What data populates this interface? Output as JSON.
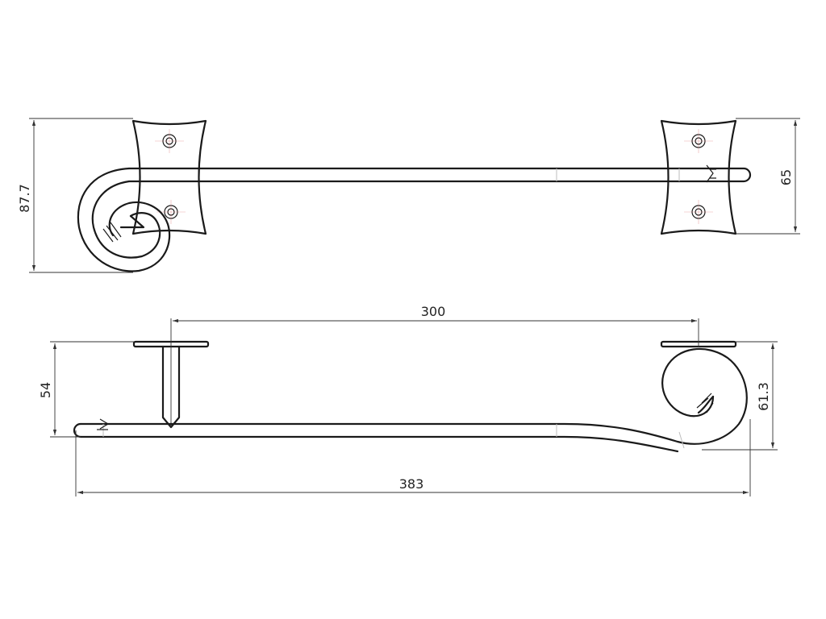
{
  "drawing": {
    "dimensions": {
      "top_height": "87.7",
      "top_depth": "65",
      "side_span": "300",
      "side_height": "54",
      "side_curl": "61.3",
      "overall_length": "383"
    },
    "colors": {
      "line": "#1a1a1a",
      "dimension": "#333333",
      "background": "#ffffff"
    }
  }
}
